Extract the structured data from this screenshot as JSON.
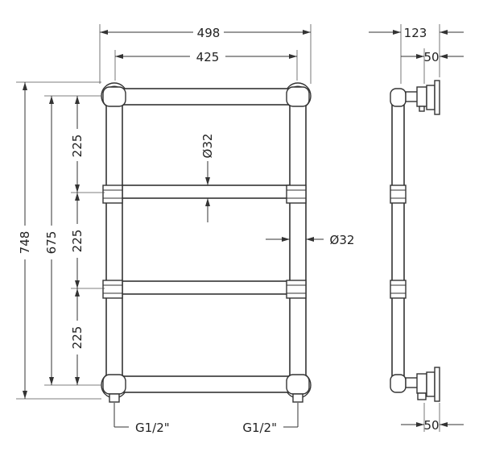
{
  "dimensions": {
    "overall_width": "498",
    "inner_width": "425",
    "overall_height": "748",
    "inner_height": "675",
    "rail_spacing_top": "225",
    "rail_spacing_middle": "225",
    "rail_spacing_bottom": "225",
    "rail_diameter": "Ø32",
    "upright_diameter": "Ø32",
    "side_depth": "123",
    "side_wall_top": "50",
    "side_wall_bottom": "50"
  },
  "connections": {
    "left": "G1/2\"",
    "right": "G1/2\""
  },
  "colors": {
    "line": "#333333",
    "background": "#ffffff"
  }
}
